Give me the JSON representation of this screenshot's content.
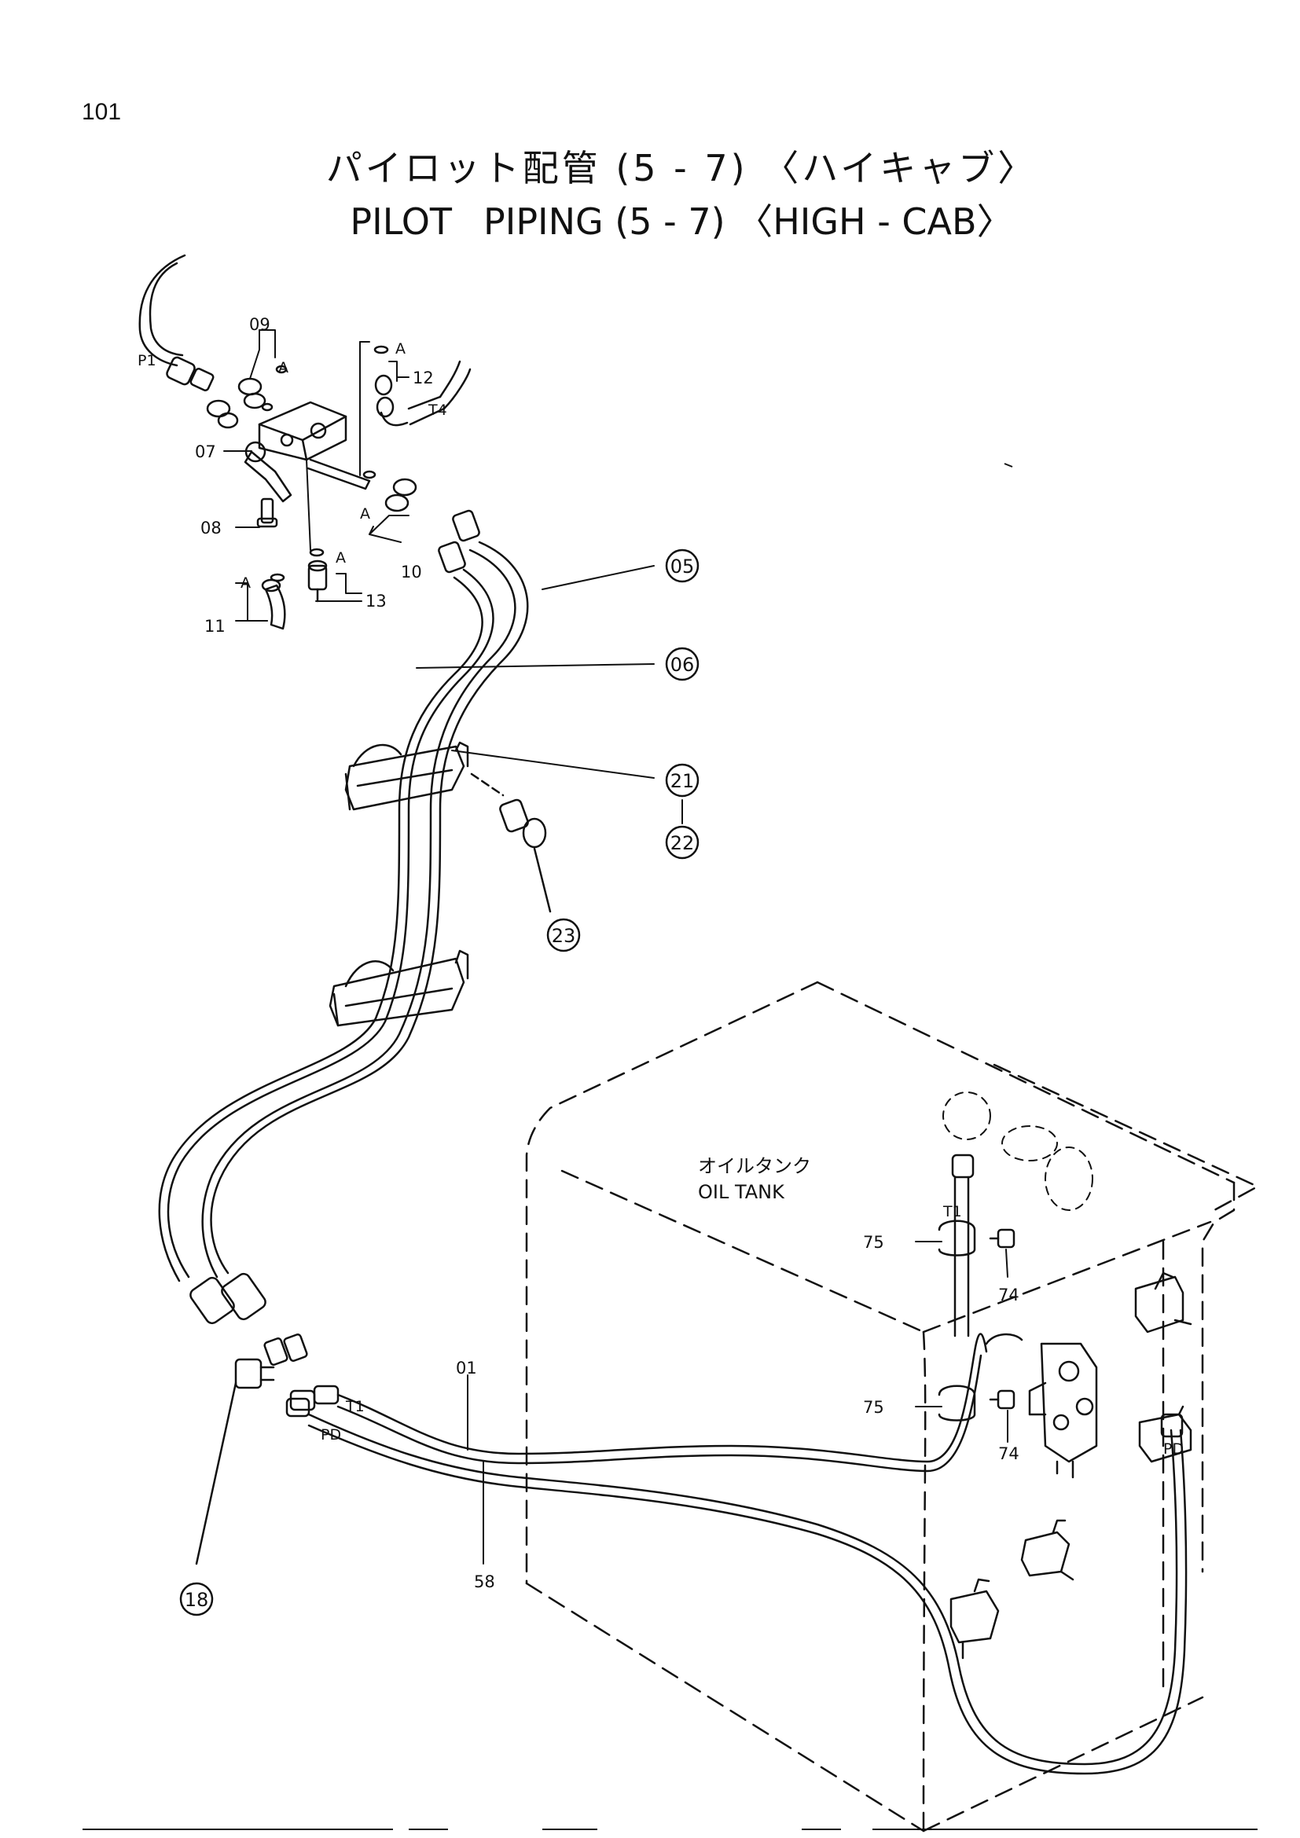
{
  "page": {
    "number": "101",
    "title_jp": "パイロット配管 (5 - 7) 〈ハイキャブ〉",
    "title_en_1": "PILOT",
    "title_en_2": "PIPING (5 - 7) 〈HIGH - CAB〉"
  },
  "tank": {
    "label_jp": "オイルタンク",
    "label_en": "OIL TANK"
  },
  "parts": {
    "p01": "01",
    "p07": "07",
    "p08": "08",
    "p09": "09",
    "p10": "10",
    "p11": "11",
    "p12": "12",
    "p13": "13",
    "p58": "58",
    "p74a": "74",
    "p74b": "74",
    "p75a": "75",
    "p75b": "75"
  },
  "callouts": {
    "c05": "05",
    "c06": "06",
    "c18": "18",
    "c21": "21",
    "c22": "22",
    "c23": "23"
  },
  "port_labels": {
    "p1": "P1",
    "t4": "T4",
    "t1_upper": "T1",
    "t1_lower": "T1",
    "pd_left": "PD",
    "pd_right": "PD",
    "a1": "A",
    "a2": "A",
    "a3": "A",
    "a4": "A",
    "a5": "A"
  }
}
